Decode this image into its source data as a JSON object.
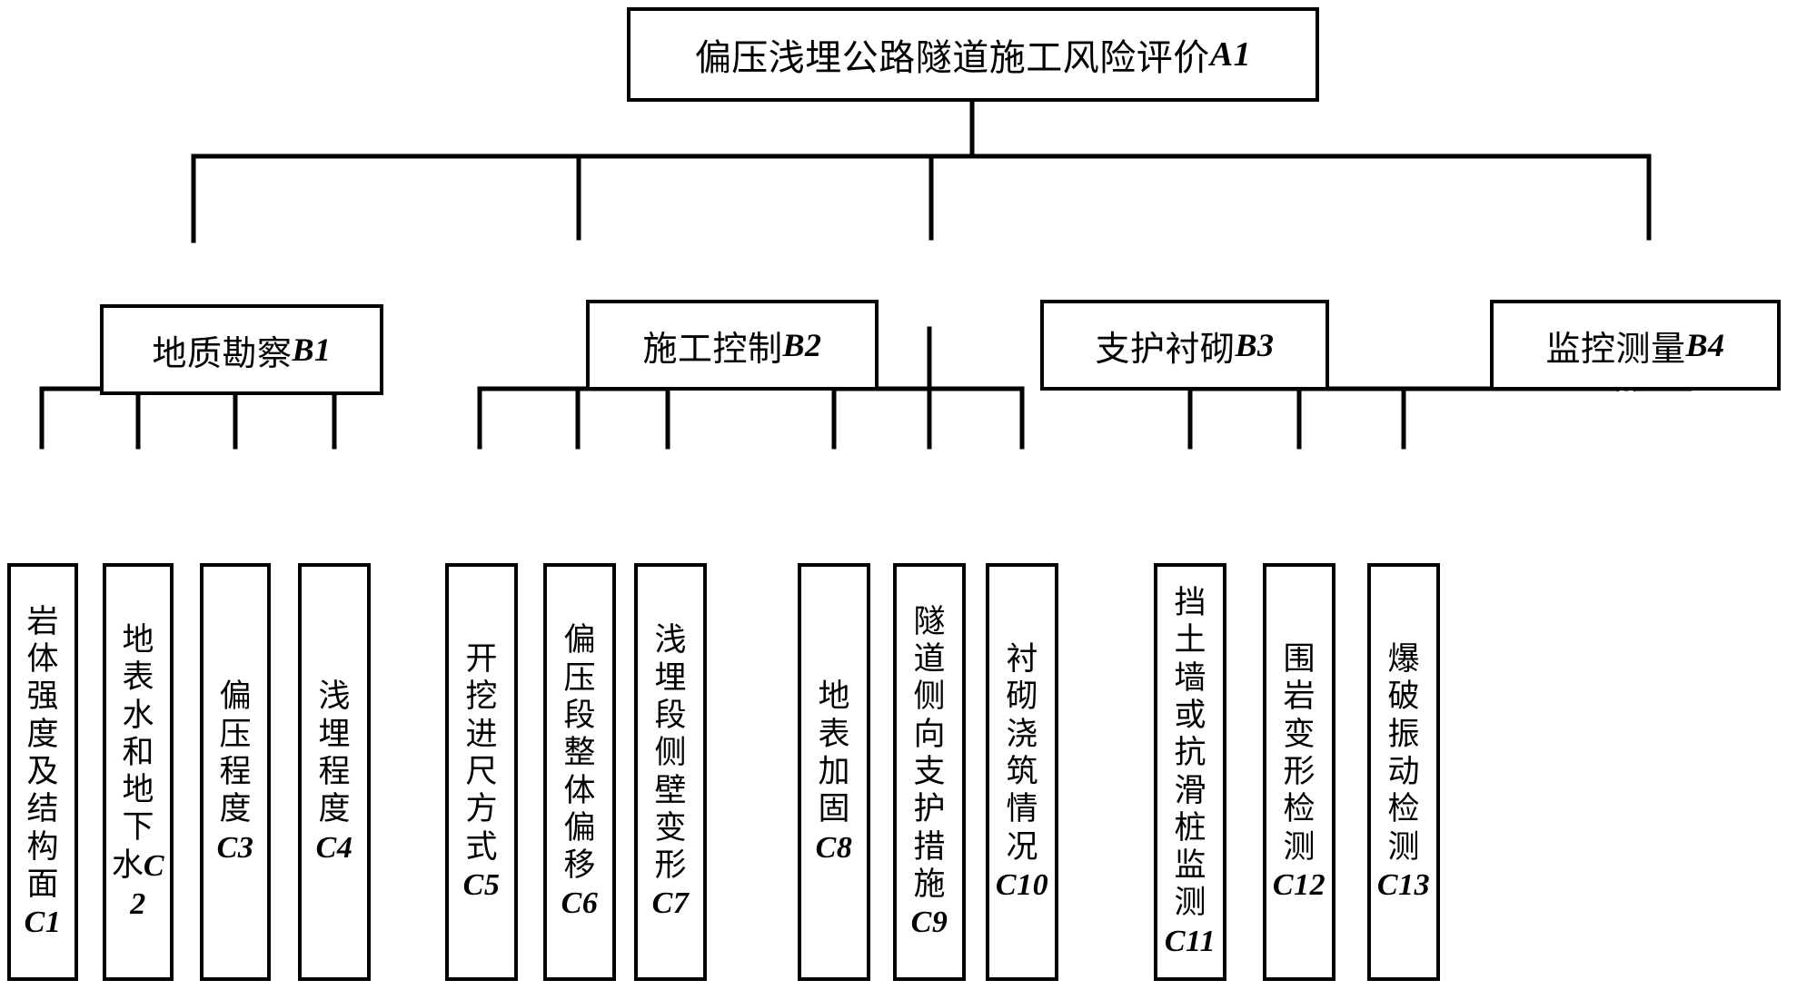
{
  "diagram": {
    "title_node": {
      "label": "偏压浅埋公路隧道施工风险评价",
      "code": "A1"
    },
    "level_b": [
      {
        "label": "地质勘察",
        "code": "B1"
      },
      {
        "label": "施工控制",
        "code": "B2"
      },
      {
        "label": "支护衬砌",
        "code": "B3"
      },
      {
        "label": "监控测量",
        "code": "B4"
      }
    ],
    "level_c": [
      {
        "label": "岩体强度及结构面",
        "code": "C1",
        "parent": "B1"
      },
      {
        "label": "地表水和地下水",
        "code": "C2",
        "parent": "B1"
      },
      {
        "label": "偏压程度",
        "code": "C3",
        "parent": "B1"
      },
      {
        "label": "浅埋程度",
        "code": "C4",
        "parent": "B1"
      },
      {
        "label": "开挖进尺方式",
        "code": "C5",
        "parent": "B2"
      },
      {
        "label": "偏压段整体偏移",
        "code": "C6",
        "parent": "B2"
      },
      {
        "label": "浅埋段侧壁变形",
        "code": "C7",
        "parent": "B2"
      },
      {
        "label": "地表加固",
        "code": "C8",
        "parent": "B3"
      },
      {
        "label": "隧道侧向支护措施",
        "code": "C9",
        "parent": "B3"
      },
      {
        "label": "衬砌浇筑情况",
        "code": "C10",
        "parent": "B3"
      },
      {
        "label": "挡土墙或抗滑桩监测",
        "code": "C11",
        "parent": "B4"
      },
      {
        "label": "围岩变形检测",
        "code": "C12",
        "parent": "B4"
      },
      {
        "label": "爆破振动检测",
        "code": "C13",
        "parent": "B4"
      }
    ],
    "colors": {
      "line": "#000000",
      "box_fill": "#ffffff",
      "text": "#000000",
      "background": "#ffffff"
    }
  }
}
